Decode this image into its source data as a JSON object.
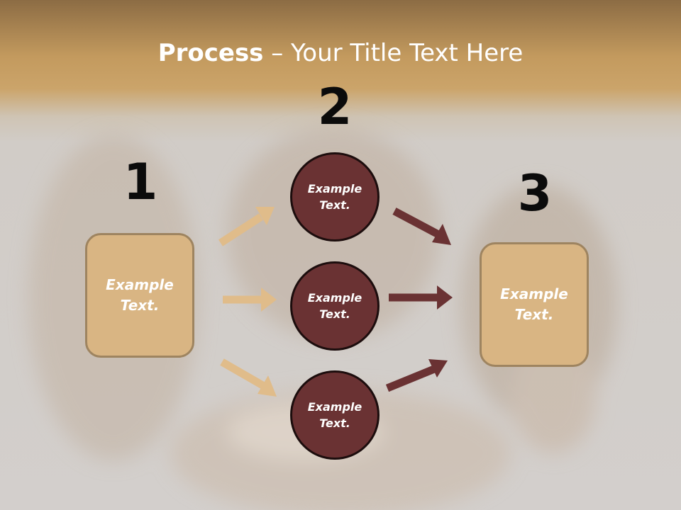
{
  "title": {
    "bold": "Process",
    "rest": " – Your Title Text Here"
  },
  "steps": [
    {
      "number": "1",
      "label": "Example Text."
    },
    {
      "number": "2",
      "label": "Example Text."
    },
    {
      "number": "3",
      "label": "Example Text."
    }
  ],
  "circles": [
    {
      "label": "Example Text."
    },
    {
      "label": "Example Text."
    },
    {
      "label": "Example Text."
    }
  ],
  "colors": {
    "box_fill": "#d9b583",
    "box_border": "#9e8460",
    "circle_fill": "#6a3233",
    "arrow_light": "#e0bc8a",
    "arrow_dark": "#6a3233"
  }
}
